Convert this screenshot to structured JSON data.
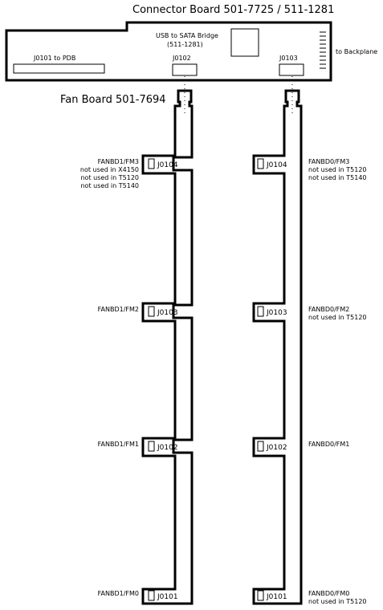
{
  "connector_board": {
    "title": "Connector Board 501-7725 / 511-1281",
    "usb_bridge_line1": "USB to SATA Bridge",
    "usb_bridge_line2": "(511-1281)",
    "j0101": "J0101  to  PDB",
    "j0102": "J0102",
    "j0103": "J0103",
    "backplane": "to  Backplane"
  },
  "fan_board": {
    "title": "Fan Board 501-7694"
  },
  "left_board": {
    "connectors": [
      {
        "id": "J0104",
        "label": "FANBD1/FM3",
        "notes": [
          "not used in  X4150",
          "not used in  T5120",
          "not used in  T5140"
        ]
      },
      {
        "id": "J0103",
        "label": "FANBD1/FM2",
        "notes": []
      },
      {
        "id": "J0102",
        "label": "FANBD1/FM1",
        "notes": []
      },
      {
        "id": "J0101",
        "label": "FANBD1/FM0",
        "notes": []
      }
    ]
  },
  "right_board": {
    "connectors": [
      {
        "id": "J0104",
        "label": "FANBD0/FM3",
        "notes": [
          "not used in  T5120",
          "not used in  T5140"
        ]
      },
      {
        "id": "J0103",
        "label": "FANBD0/FM2",
        "notes": [
          "not used in  T5120"
        ]
      },
      {
        "id": "J0102",
        "label": "FANBD0/FM1",
        "notes": []
      },
      {
        "id": "J0101",
        "label": "FANBD0/FM0",
        "notes": [
          "not used in  T5120"
        ]
      }
    ]
  },
  "colors": {
    "line": "#000000",
    "background": "#ffffff"
  }
}
